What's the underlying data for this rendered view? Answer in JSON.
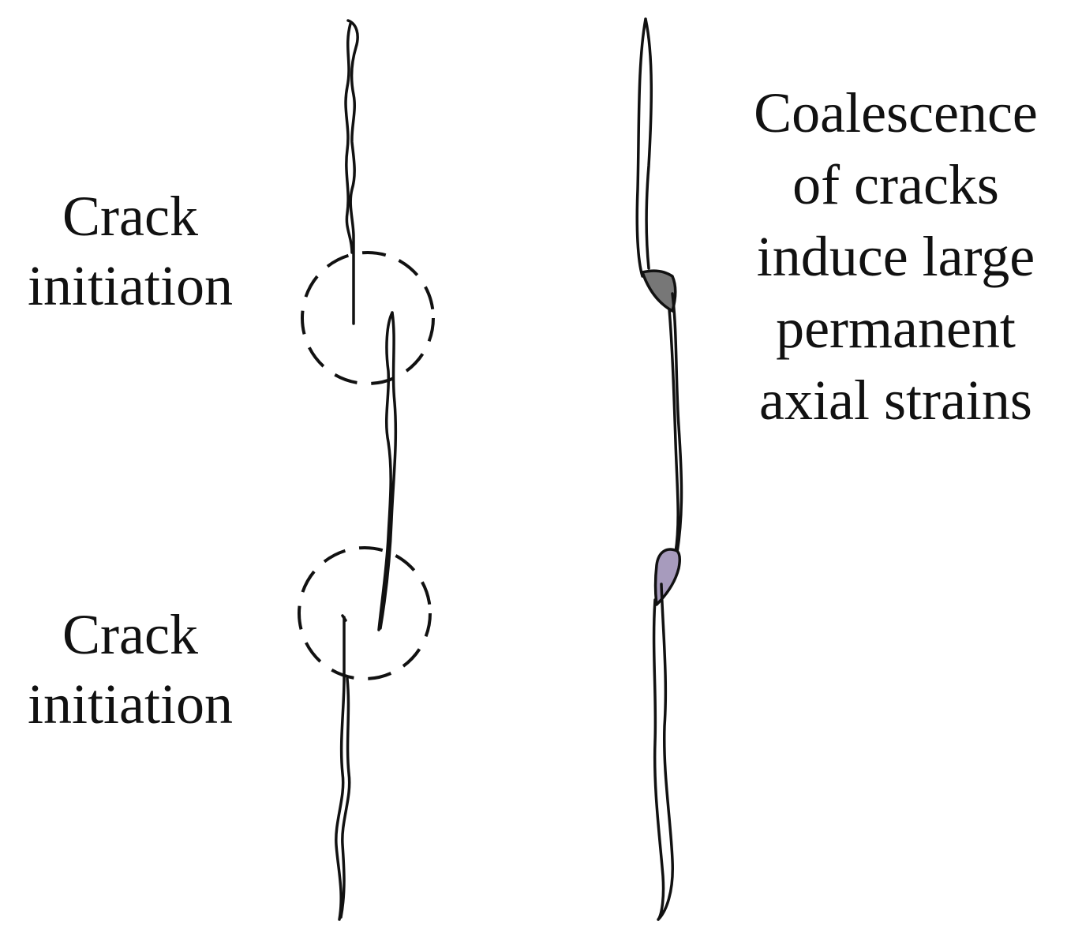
{
  "labels": {
    "top": [
      "Crack",
      "initiation"
    ],
    "bottom": [
      "Crack",
      "initiation"
    ],
    "right": [
      "Coalescence",
      "of cracks",
      "induce large",
      "permanent",
      "axial strains"
    ]
  },
  "colors": {
    "stroke": "#111111",
    "upper_fill": "#777777",
    "lower_fill": "#a79bbd",
    "background": "#ffffff"
  }
}
